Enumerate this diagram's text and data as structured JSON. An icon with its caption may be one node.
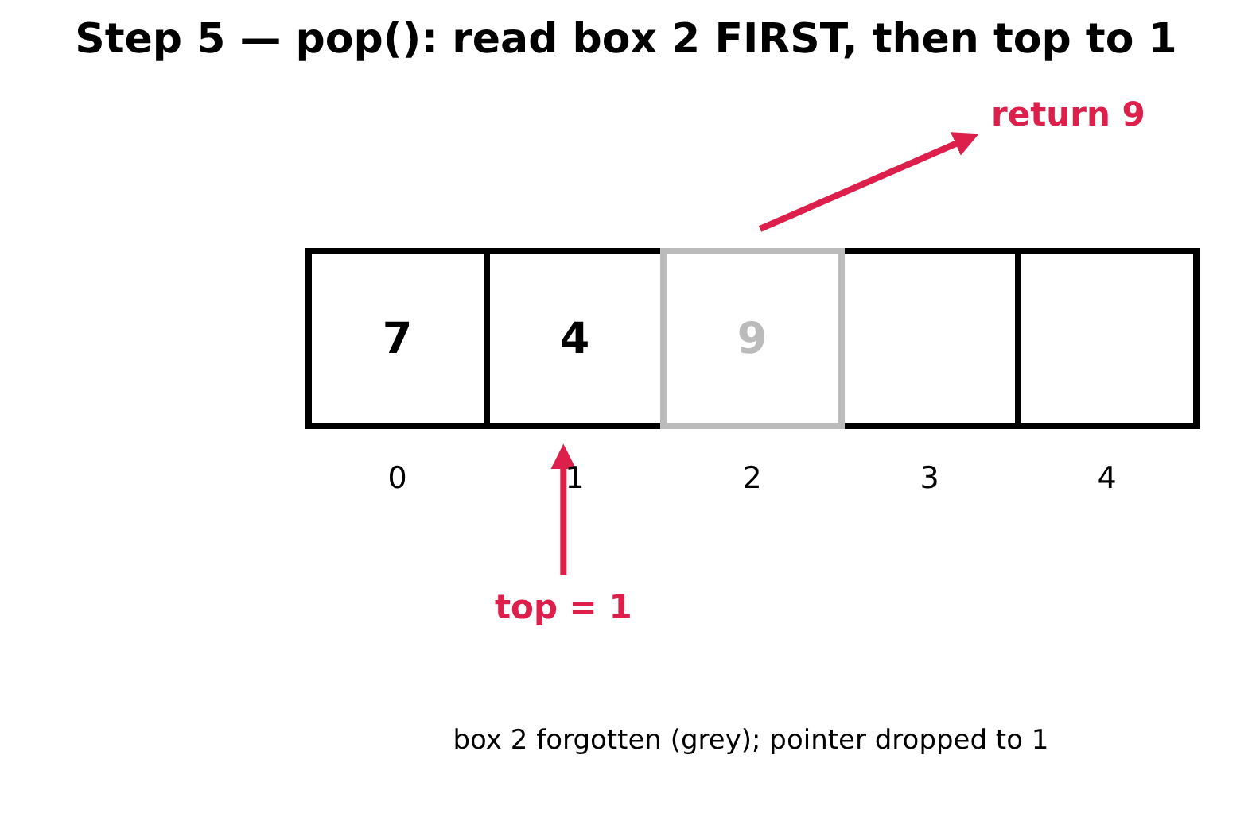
{
  "diagram": {
    "title": "Step 5 — pop(): read box 2 FIRST, then top to 1",
    "caption": "box 2 forgotten (grey); pointer dropped to 1",
    "nodes": [
      {
        "text": [
          "7"
        ]
      },
      {
        "text": [
          "4"
        ]
      },
      {
        "text": [
          "9"
        ]
      },
      {
        "text": [],
        "shape": "box"
      },
      {
        "text": [],
        "shape": "box"
      },
      {
        "text": [
          "return 9"
        ]
      },
      {
        "text": [
          "top = 1"
        ]
      }
    ],
    "edges": [
      {
        "from": 2,
        "to": 5,
        "arrow": "to"
      },
      {
        "from": 6,
        "to": 1,
        "arrow": "to"
      }
    ],
    "labels": [
      "0",
      "1",
      "2",
      "3",
      "4"
    ]
  }
}
